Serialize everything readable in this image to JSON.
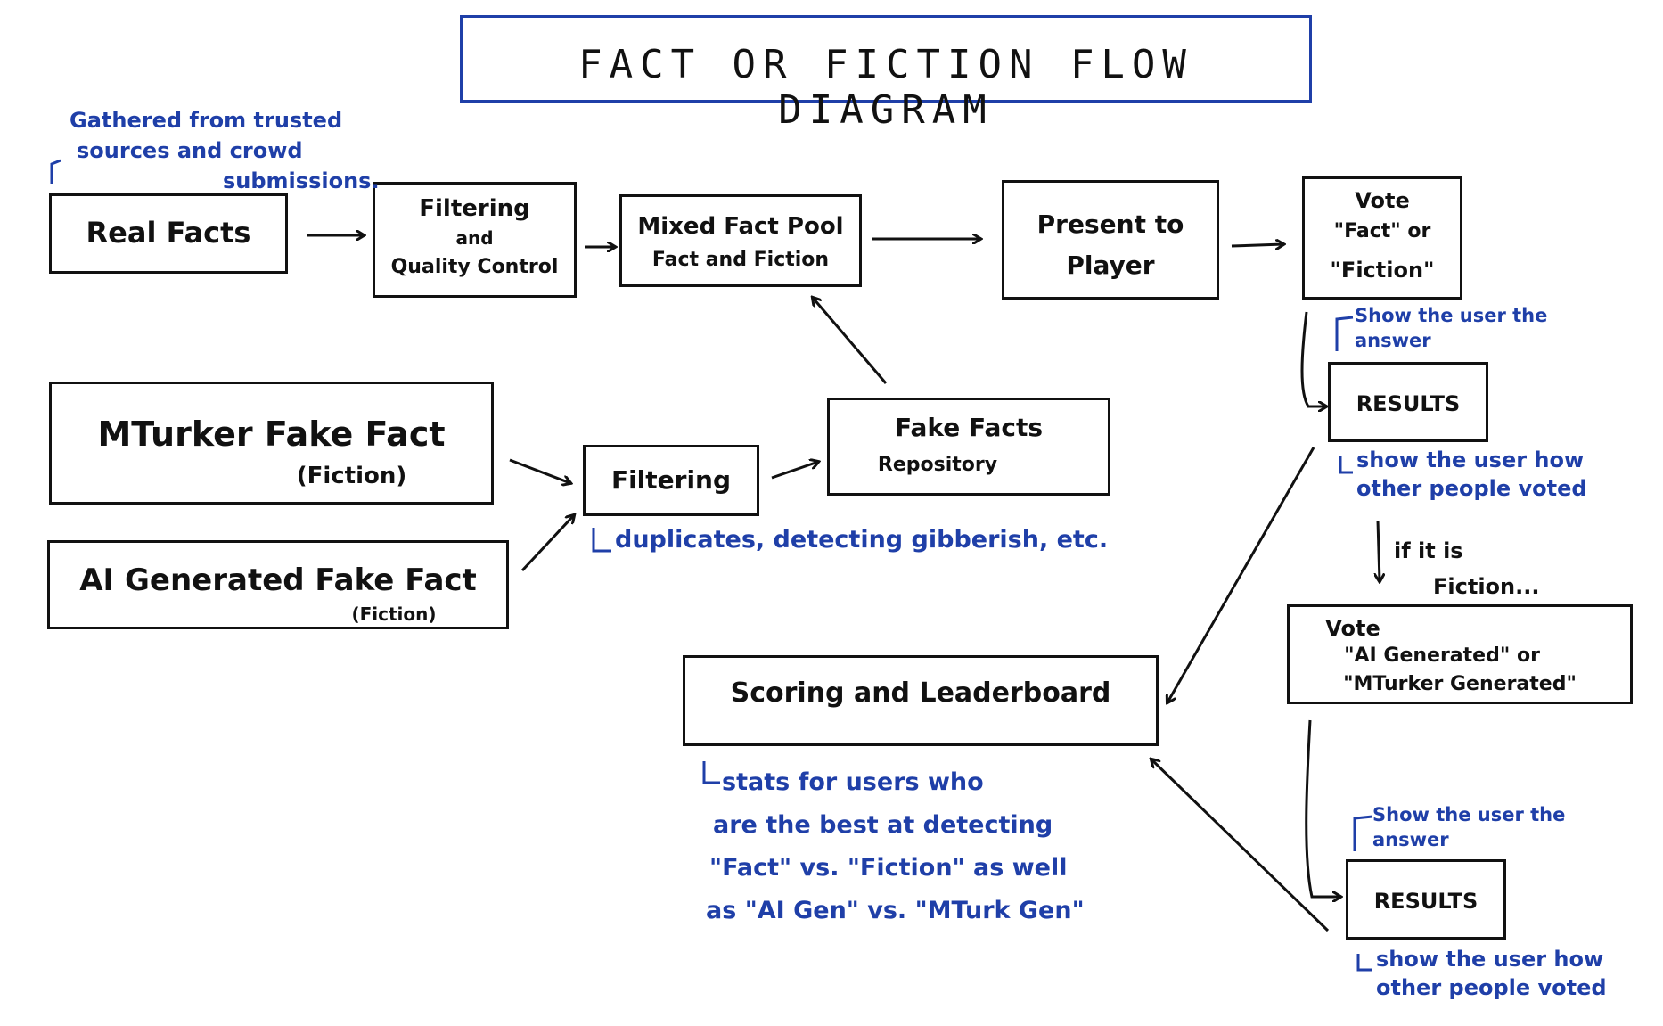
{
  "diagram": {
    "title": "FACT OR FICTION FLOW DIAGRAM",
    "colors": {
      "ink": "#111111",
      "note": "#1f3fa8",
      "background": "#ffffff"
    },
    "nodes": {
      "real_facts": {
        "lines": [
          "Real Facts"
        ]
      },
      "filtering_qc": {
        "lines": [
          "Filtering",
          "and",
          "Quality Control"
        ]
      },
      "mixed_pool": {
        "lines": [
          "Mixed Fact Pool",
          "Fact and Fiction"
        ]
      },
      "present": {
        "lines": [
          "Present to",
          "Player"
        ]
      },
      "vote_fact": {
        "lines": [
          "Vote",
          "\"Fact\" or",
          "\"Fiction\""
        ]
      },
      "mturker_fake": {
        "lines": [
          "MTurker Fake Fact",
          "(Fiction)"
        ]
      },
      "ai_fake": {
        "lines": [
          "AI Generated Fake Fact",
          "(Fiction)"
        ]
      },
      "filtering": {
        "lines": [
          "Filtering"
        ]
      },
      "fake_repo": {
        "lines": [
          "Fake Facts",
          "Repository"
        ]
      },
      "results_1": {
        "lines": [
          "RESULTS"
        ]
      },
      "vote_source": {
        "lines": [
          "Vote",
          "\"AI Generated\" or",
          "\"MTurker Generated\""
        ]
      },
      "results_2": {
        "lines": [
          "RESULTS"
        ]
      },
      "scoring": {
        "lines": [
          "Scoring and Leaderboard"
        ]
      }
    },
    "notes": {
      "gathered": [
        "Gathered from trusted",
        "sources and crowd",
        "submissions."
      ],
      "duplicates": [
        "duplicates, detecting gibberish, etc."
      ],
      "show_answer_1": [
        "Show the user the",
        "answer"
      ],
      "show_voted_1": [
        "show the user how",
        "other people voted"
      ],
      "if_fiction": [
        "if it is",
        "Fiction..."
      ],
      "show_answer_2": [
        "Show the user the",
        "answer"
      ],
      "show_voted_2": [
        "show the user how",
        "other people voted"
      ],
      "stats": [
        "stats for users who",
        "are the best at detecting",
        "\"Fact\" vs. \"Fiction\" as well",
        "as \"AI Gen\" vs. \"MTurk Gen\""
      ]
    }
  }
}
